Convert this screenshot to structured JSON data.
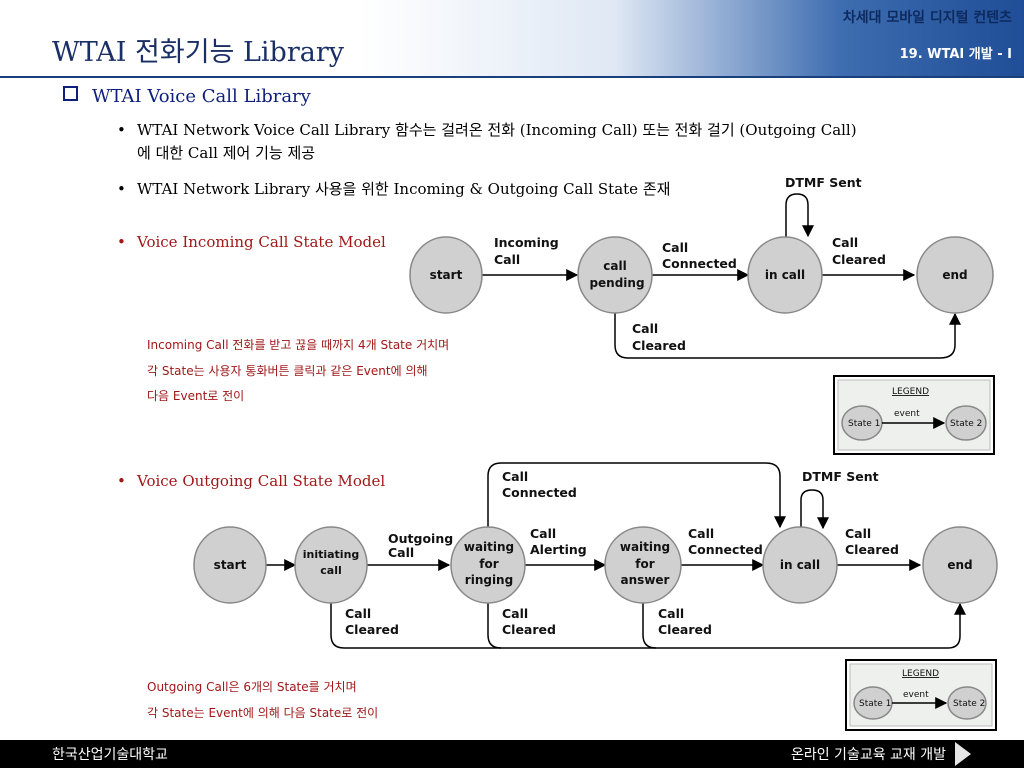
{
  "header": {
    "title": "WTAI 전화기능 Library",
    "brand": "차세대 모바일 디지털 컨텐츠",
    "chapter": "19. WTAI 개발 - I"
  },
  "section": {
    "heading": "WTAI Voice Call Library"
  },
  "bullets": {
    "b1_line1": "WTAI Network Voice Call Library 함수는 걸려온 전화 (Incoming Call) 또는 전화 걸기 (Outgoing Call)",
    "b1_line2": "에 대한 Call 제어 기능 제공",
    "b2": "WTAI Network Library 사용을 위한 Incoming & Outgoing Call State 존재",
    "b3": "Voice Incoming Call State Model",
    "b4": "Voice Outgoing Call State Model",
    "bullet_mark": "•"
  },
  "incoming": {
    "states": {
      "start": "start",
      "call_pending_1": "call",
      "call_pending_2": "pending",
      "in_call": "in  call",
      "end": "end"
    },
    "events": {
      "incoming_1": "Incoming",
      "incoming_2": "Call",
      "connected_1": "Call",
      "connected_2": "Connected",
      "cleared_1": "Call",
      "cleared_2": "Cleared",
      "bottom_cleared_1": "Call",
      "bottom_cleared_2": "Cleared",
      "dtmf": "DTMF  Sent"
    },
    "notes": {
      "line1": "Incoming Call 전화를 받고 끊을 때까지 4개 State 거치며",
      "line2": "각 State는 사용자 통화버튼 클릭과 같은 Event에 의해",
      "line3": "다음 Event로 전이"
    },
    "legend": {
      "title": "LEGEND",
      "event": "event",
      "state1": "State  1",
      "state2": "State  2"
    }
  },
  "outgoing": {
    "states": {
      "start": "start",
      "initiating_1": "initiating",
      "initiating_2": "call",
      "wfr_1": "waiting",
      "wfr_2": "for",
      "wfr_3": "ringing",
      "wfa_1": "waiting",
      "wfa_2": "for",
      "wfa_3": "answer",
      "in_call": "in  call",
      "end": "end"
    },
    "events": {
      "outgoing_1": "Outgoing",
      "outgoing_2": "Call",
      "alerting_1": "Call",
      "alerting_2": "Alerting",
      "connected_1": "Call",
      "connected_2": "Connected",
      "cleared_1": "Call",
      "cleared_2": "Cleared",
      "top_connected_1": "Call",
      "top_connected_2": "Connected",
      "dtmf": "DTMF  Sent",
      "b1_1": "Call",
      "b1_2": "Cleared",
      "b2_1": "Call",
      "b2_2": "Cleared",
      "b3_1": "Call",
      "b3_2": "Cleared"
    },
    "notes": {
      "line1": "Outgoing Call은 6개의 State를 거치며",
      "line2": "각 State는 Event에 의해 다음 State로 전이"
    },
    "legend": {
      "title": "LEGEND",
      "event": "event",
      "state1": "State  1",
      "state2": "State  2"
    }
  },
  "footer": {
    "left": "한국산업기술대학교",
    "right": "온라인 기술교육 교재 개발"
  }
}
